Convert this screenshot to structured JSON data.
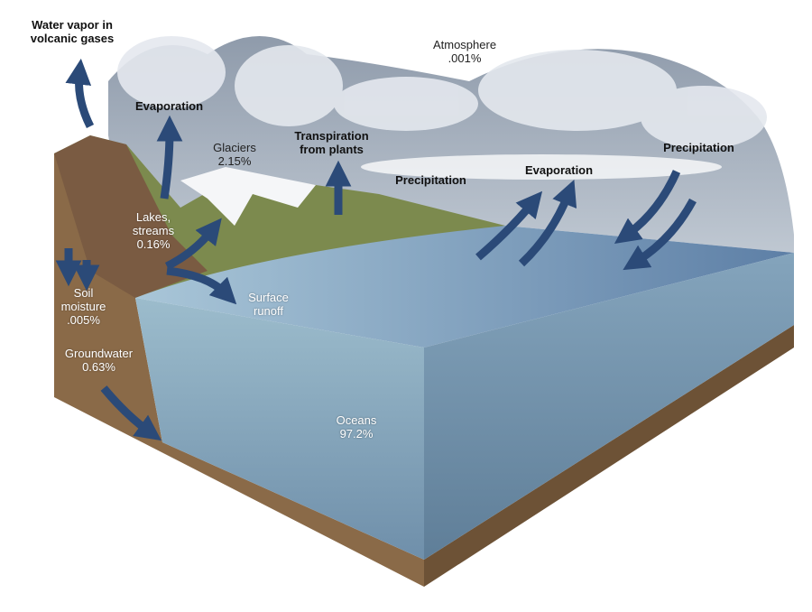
{
  "title": "Water cycle",
  "labels": {
    "water_vapor": "Water vapor in volcanic gases",
    "evaporation_land": "Evaporation",
    "glaciers": "Glaciers",
    "glaciers_pct": "2.15%",
    "transpiration": "Transpiration from plants",
    "atmosphere": "Atmosphere",
    "atmosphere_pct": ".001%",
    "precipitation_land": "Precipitation",
    "evaporation_ocean": "Evaporation",
    "precipitation_ocean": "Precipitation",
    "lakes": "Lakes, streams",
    "lakes_pct": "0.16%",
    "soil": "Soil moisture",
    "soil_pct": ".005%",
    "surface_runoff": "Surface runoff",
    "groundwater": "Groundwater",
    "groundwater_pct": "0.63%",
    "oceans": "Oceans",
    "oceans_pct": "97.2%"
  },
  "colors": {
    "arrow": "#2b4a78",
    "ocean_top": "#6f8fb3",
    "ocean_side": "#8fb0c8",
    "soil": "#8a6a48"
  }
}
